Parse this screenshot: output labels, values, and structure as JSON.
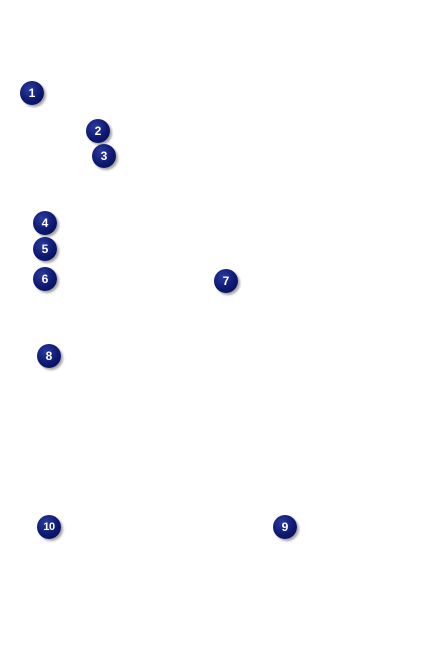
{
  "callouts": [
    {
      "label": "1"
    },
    {
      "label": "2"
    },
    {
      "label": "3"
    },
    {
      "label": "4"
    },
    {
      "label": "5"
    },
    {
      "label": "6"
    },
    {
      "label": "7"
    },
    {
      "label": "8"
    },
    {
      "label": "9"
    },
    {
      "label": "10"
    }
  ],
  "colors": {
    "badge_fill": "#0d1870",
    "badge_text": "#ffffff",
    "background": "#ffffff"
  }
}
